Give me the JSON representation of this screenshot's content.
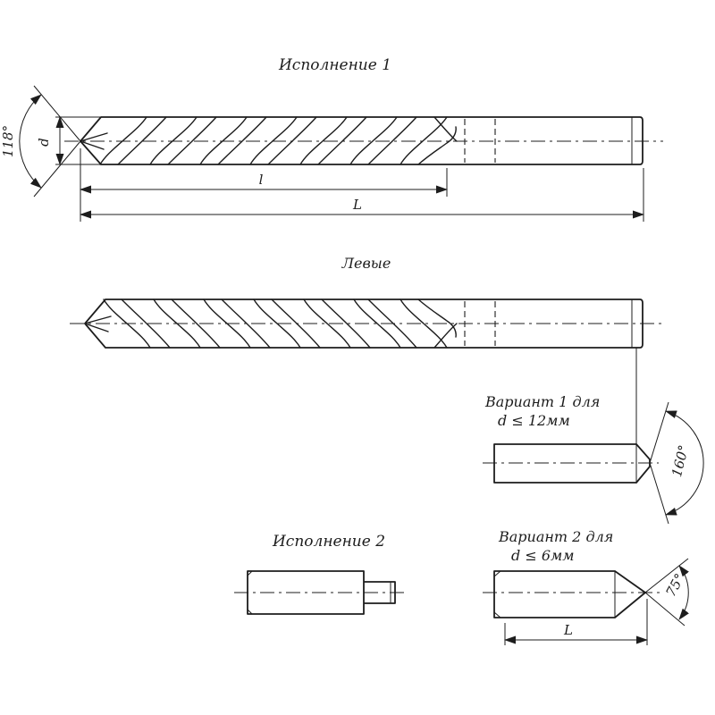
{
  "theme": {
    "bg": "#ffffff",
    "ink": "#1d1d1d"
  },
  "titles": {
    "version1": "Исполнение 1",
    "left_hand": "Левые",
    "version2": "Исполнение 2"
  },
  "variant1": {
    "line1": "Вариант 1 для",
    "line2": "d ≤ 12мм",
    "angle": "160°"
  },
  "variant2": {
    "line1": "Вариант 2 для",
    "line2": "d ≤ 6мм",
    "angle": "75°",
    "length": "L"
  },
  "dims": {
    "point_angle": "118°",
    "diameter": "d",
    "flute_length": "l",
    "overall_length": "L"
  }
}
